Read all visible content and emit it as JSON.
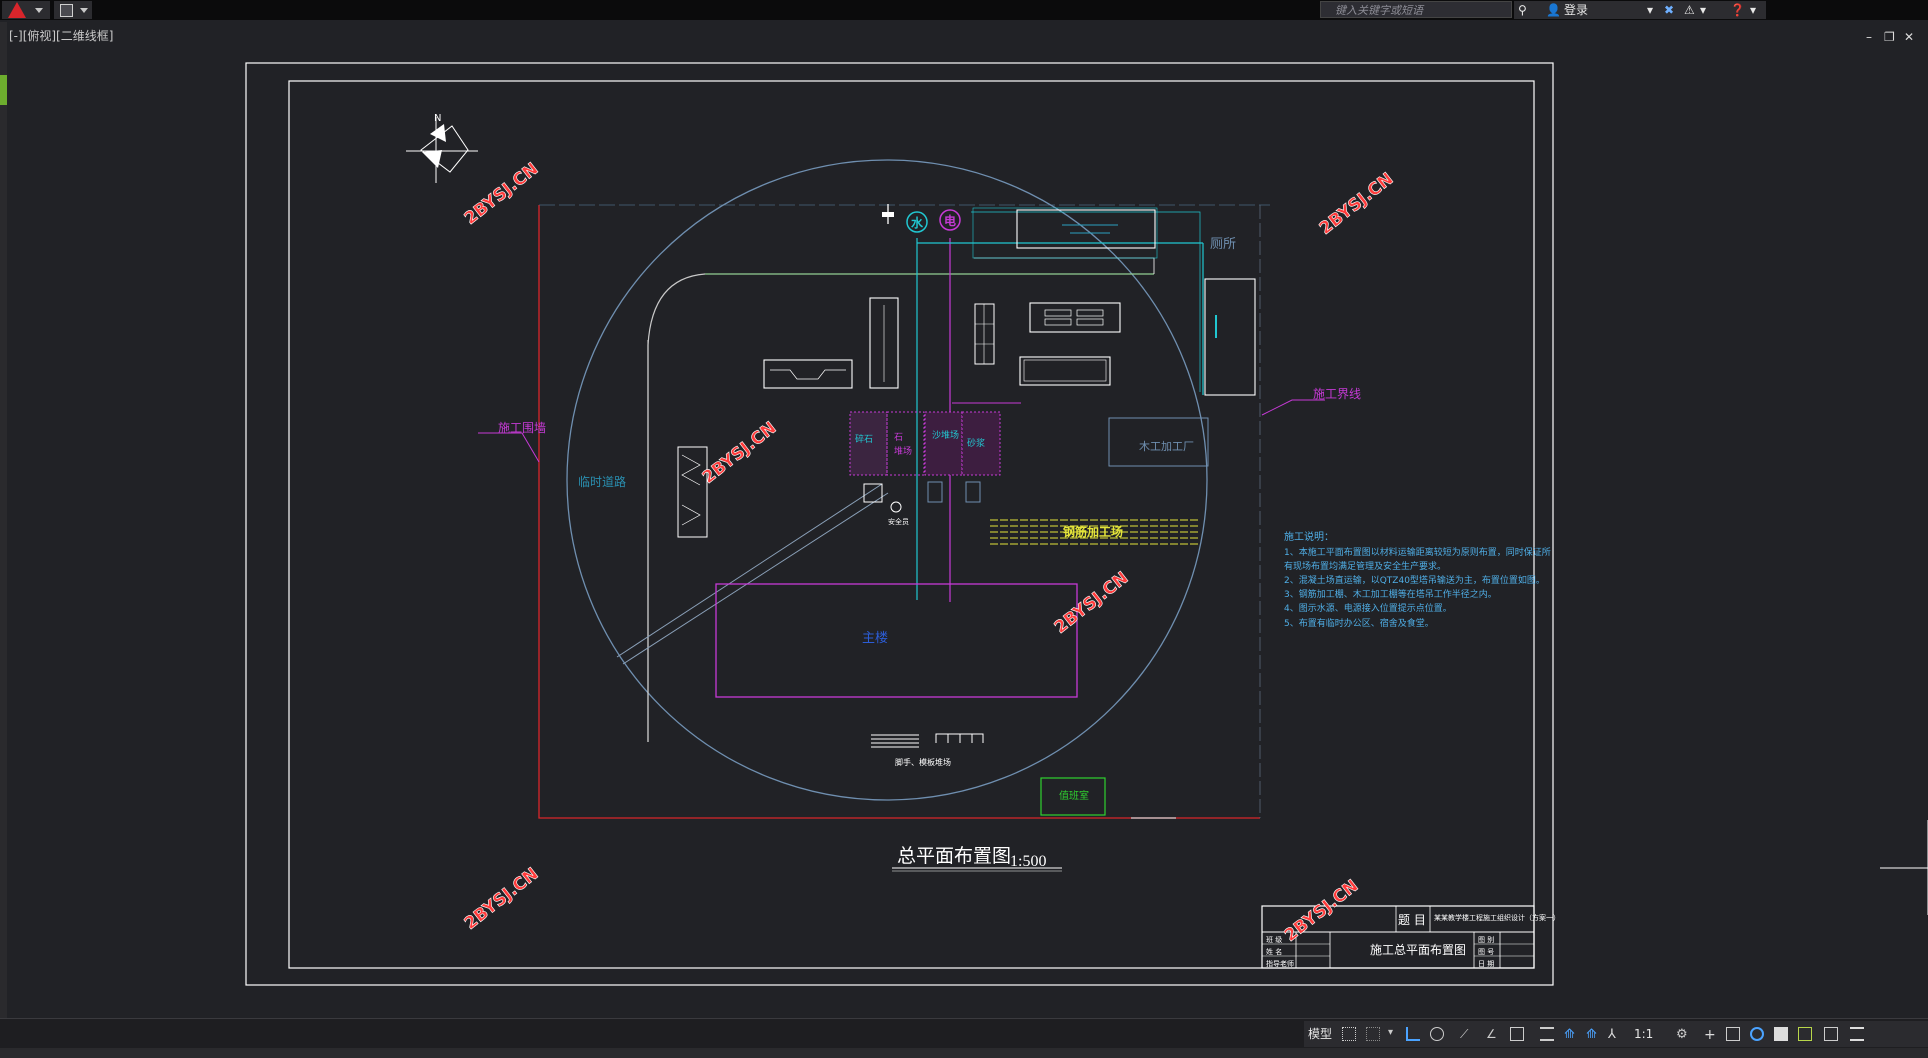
{
  "viewport": {
    "label": "[-][俯视][二维线框]"
  },
  "search": {
    "placeholder": "键入关键字或短语"
  },
  "account": {
    "login_label": "登录"
  },
  "statusbar": {
    "model_label": "模型",
    "scale_label": "1:1"
  },
  "drawing": {
    "main_title": "总平面布置图",
    "scale": "1:500",
    "north_label": "N",
    "watermark": "2BYSJ.CN",
    "labels": {
      "fence": "施工围墙",
      "boundary": "施工界线",
      "temp_road": "临时道路",
      "water": "水",
      "power": "电",
      "toilet": "厕所",
      "carpentry": "木工加工厂",
      "rebar": "钢筋加工场",
      "stone": "石",
      "stone2": "堆场",
      "sand": "沙堆场",
      "pile1": "碎石",
      "pile2": "砂浆",
      "building": "主楼",
      "guard": "值班室",
      "worker": "安全员",
      "steps": "脚手、模板堆场",
      "tb_title": "题 目",
      "tb_project": "某某教学楼工程施工组织设计（方案一）",
      "tb_drawing_name": "施工总平面布置图",
      "tb_name_row": "姓 名",
      "tb_row1": "班 级",
      "tb_row3": "指导老师",
      "tb_r1": "图 别",
      "tb_r2": "图 号",
      "tb_r3": "日 期"
    },
    "notes": {
      "title": "施工说明：",
      "lines": [
        "1、本施工平面布置图以材料运输距离较短为原则布置，同时保证所",
        "有现场布置均满足管理及安全生产要求。",
        "2、混凝土场直运输，以QTZ40型塔吊输送为主，布置位置如图。",
        "3、钢筋加工棚、木工加工棚等在塔吊工作半径之内。",
        "4、图示水源、电源接入位置提示点位置。",
        "5、布置有临时办公区、宿舍及食堂。"
      ]
    }
  },
  "colors": {
    "background": "#212226",
    "frame": "#ffffff",
    "site_boundary": "#d8262b",
    "crane_circle": "#6f8fb0",
    "magenta": "#c63ad6",
    "cyan": "#21c7d1",
    "yellow": "#e4e43a",
    "green": "#2fd12f",
    "watermark": "#ff3b3b"
  }
}
